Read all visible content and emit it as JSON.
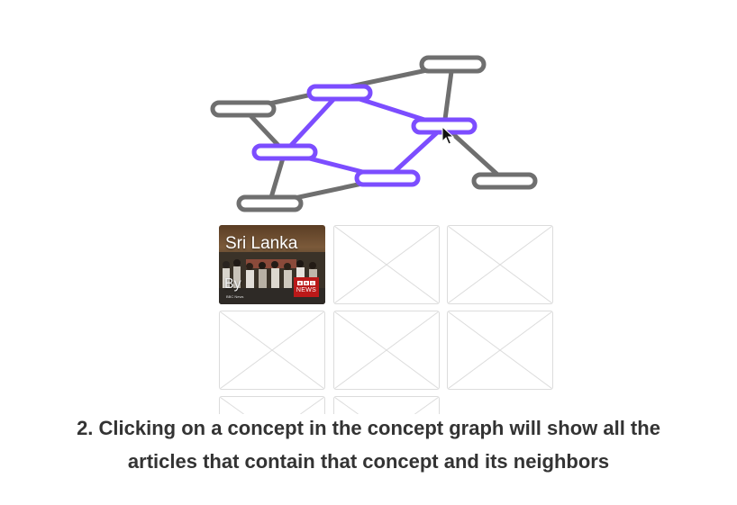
{
  "graph": {
    "nodes": [
      {
        "id": "n-top-right",
        "highlighted": false
      },
      {
        "id": "n-top-mid",
        "highlighted": true
      },
      {
        "id": "n-left",
        "highlighted": false
      },
      {
        "id": "n-selected",
        "highlighted": true
      },
      {
        "id": "n-mid-left",
        "highlighted": true
      },
      {
        "id": "n-right",
        "highlighted": false
      },
      {
        "id": "n-bottom-mid",
        "highlighted": true
      },
      {
        "id": "n-bottom-left",
        "highlighted": false
      }
    ],
    "edges": [
      {
        "from": "n-left",
        "to": "n-top-right",
        "highlighted": false
      },
      {
        "from": "n-top-right",
        "to": "n-selected",
        "highlighted": false
      },
      {
        "from": "n-left",
        "to": "n-mid-left",
        "highlighted": false
      },
      {
        "from": "n-selected",
        "to": "n-right",
        "highlighted": false
      },
      {
        "from": "n-mid-left",
        "to": "n-bottom-left",
        "highlighted": false
      },
      {
        "from": "n-bottom-left",
        "to": "n-bottom-mid",
        "highlighted": false
      },
      {
        "from": "n-top-mid",
        "to": "n-selected",
        "highlighted": true
      },
      {
        "from": "n-top-mid",
        "to": "n-mid-left",
        "highlighted": true
      },
      {
        "from": "n-mid-left",
        "to": "n-bottom-mid",
        "highlighted": true
      },
      {
        "from": "n-bottom-mid",
        "to": "n-selected",
        "highlighted": true
      }
    ],
    "colors": {
      "default": "#6f6f6f",
      "highlight": "#7c4dff"
    }
  },
  "article": {
    "title": "Sri Lanka",
    "byline": "By",
    "source_small": "BBC News",
    "logo_letters": [
      "B",
      "B",
      "C"
    ],
    "logo_news": "NEWS"
  },
  "grid": {
    "full_placeholders": 5,
    "partial_placeholders": 2
  },
  "caption": {
    "line1": "2. Clicking on a concept in the concept graph will show all the",
    "line2": "articles that contain that concept and its neighbors"
  }
}
